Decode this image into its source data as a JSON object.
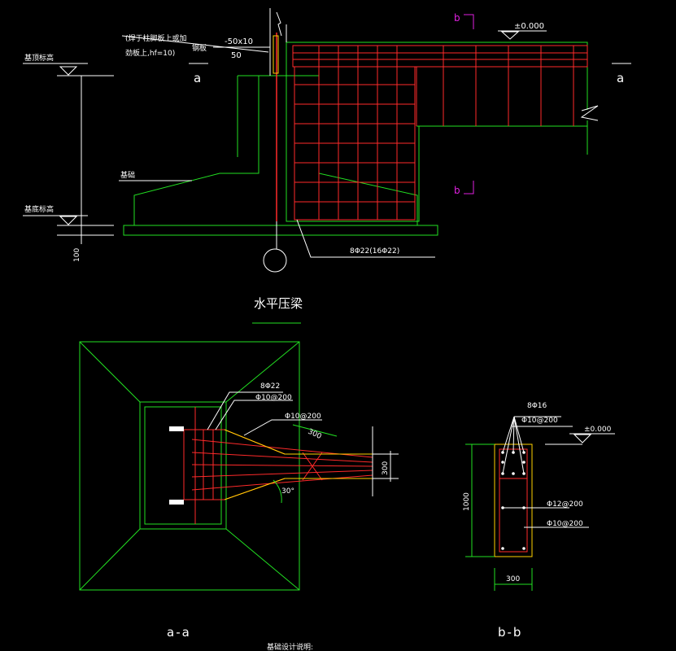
{
  "colors": {
    "background": "#000000",
    "concrete": "#22e022",
    "rebar": "#ff2a2a",
    "dimension": "#ffffff",
    "section_mark": "#e020e0"
  },
  "elevation": {
    "left_label_top": "基顶标高",
    "left_label_bottom": "基底标高",
    "dim_100": "100",
    "weld_note_line1": "(焊于柱脚板上或加",
    "weld_note_line2": "劲板上,hf=10)",
    "plate_label": "钢板",
    "plate_size": "-50x10",
    "plate_len": "50",
    "foundation_label": "基础",
    "zero_level": "±0.000",
    "rebar_note": "8Φ22(16Φ22)",
    "cut_a_left": "a",
    "cut_a_right": "a",
    "cut_b_top": "b",
    "cut_b_bottom": "b"
  },
  "plan_title": "水平压梁",
  "plan": {
    "rebar_main": "8Φ22",
    "stirrup_1": "Φ10@200",
    "stirrup_2": "Φ10@200",
    "dim_300_a": "300",
    "dim_300_b": "300",
    "angle": "30°",
    "section_label": "a-a"
  },
  "section_b": {
    "rebar_top": "8Φ16",
    "stirrup_top": "Φ10@200",
    "zero_level": "±0.000",
    "side_bar": "Φ12@200",
    "stirrup_bottom": "Φ10@200",
    "height": "1000",
    "width": "300",
    "section_label": "b-b"
  },
  "footer_note": "基础设计说明:"
}
